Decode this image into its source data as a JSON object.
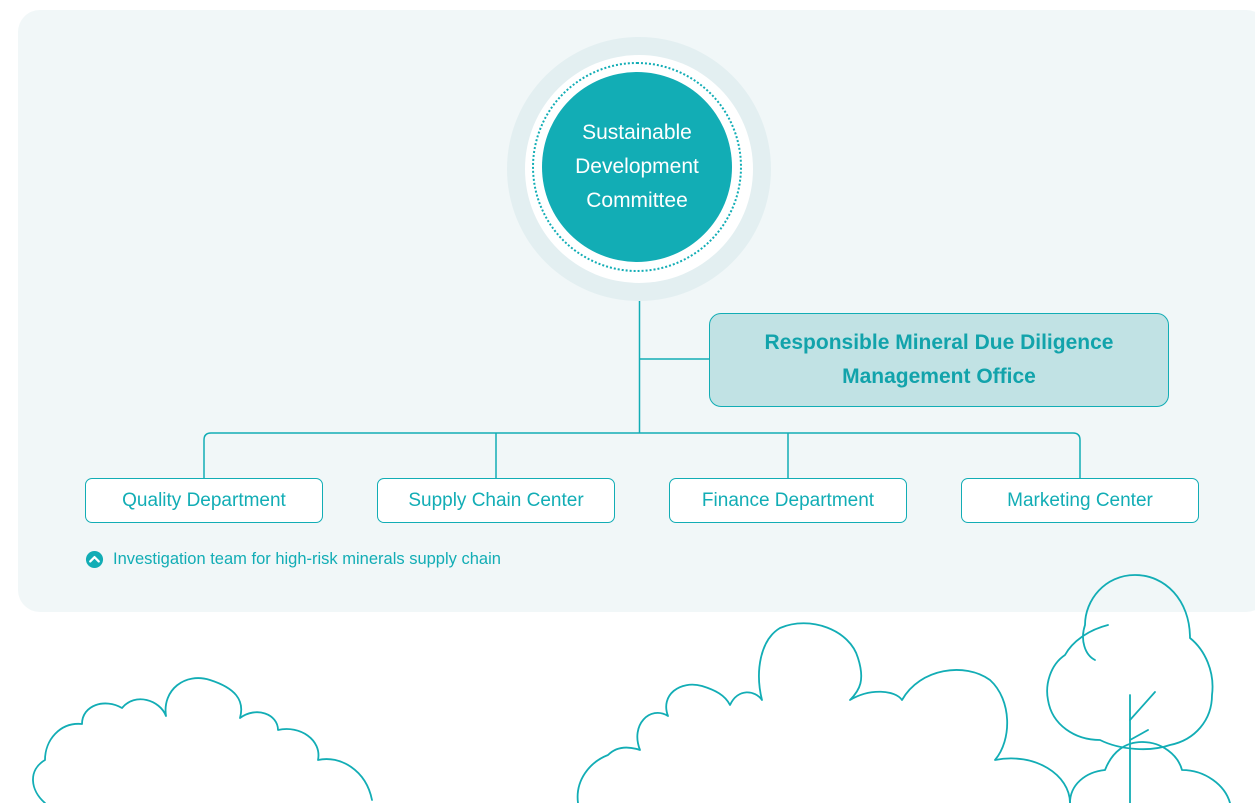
{
  "colors": {
    "accent": "#12adb5",
    "office_fill": "#c1e2e4",
    "panel_bg": "#f1f7f8"
  },
  "committee": {
    "label": "Sustainable\nDevelopment\nCommittee"
  },
  "office": {
    "label": "Responsible Mineral Due Diligence\nManagement Office"
  },
  "departments": [
    {
      "label": "Quality Department"
    },
    {
      "label": "Supply Chain Center"
    },
    {
      "label": "Finance Department"
    },
    {
      "label": "Marketing Center"
    }
  ],
  "legend": {
    "icon": "chevron-up-circle-icon",
    "label": "Investigation team for high-risk minerals supply chain"
  }
}
